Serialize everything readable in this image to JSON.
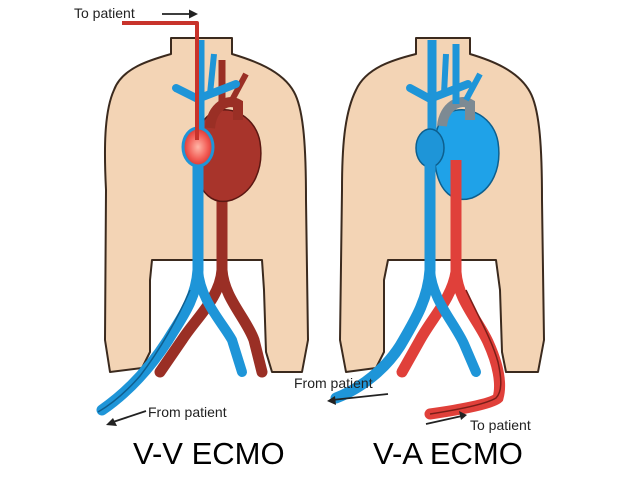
{
  "figure": {
    "panels": [
      {
        "id": "vv",
        "caption": "V-V ECMO",
        "labels": {
          "to_patient": "To patient",
          "from_patient": "From patient"
        }
      },
      {
        "id": "va",
        "caption": "V-A ECMO",
        "labels": {
          "to_patient": "To patient",
          "from_patient": "From patient"
        }
      }
    ],
    "colors": {
      "skin": "#f3d4b5",
      "skin_outline": "#3b2a1e",
      "vein_blue": "#1e95d8",
      "artery_dark_red": "#9a2f25",
      "oxygenated_red": "#e0403a",
      "heart_mixed_red": "#f05a52",
      "heart_dark": "#a8342b",
      "heart_blue": "#1fa2e8",
      "gray_vessel": "#7d8a93",
      "arrow": "#333333"
    }
  }
}
